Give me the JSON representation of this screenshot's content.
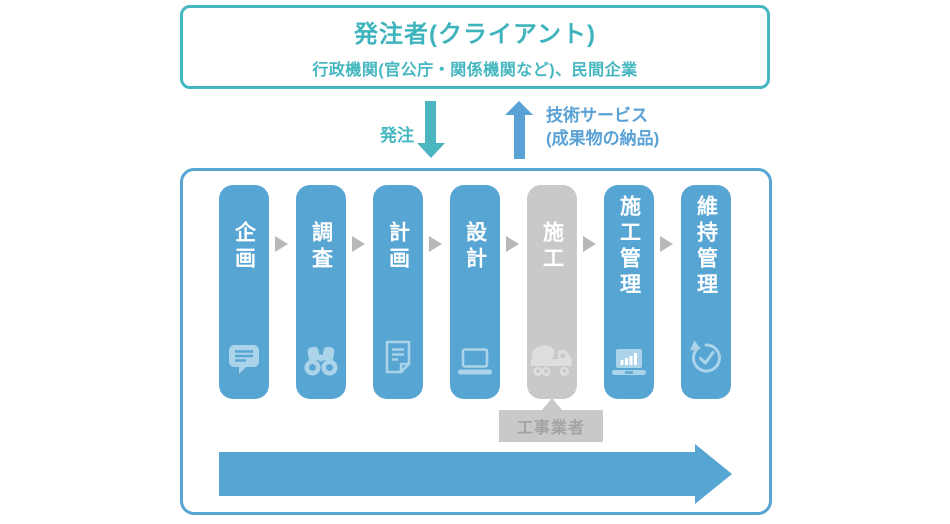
{
  "colors": {
    "teal": "#45b7c0",
    "blue": "#57a5d3",
    "arrow_up_blue": "#5aa1d6",
    "icon_light_blue": "#abd3ea",
    "gray_fill": "#c9c9c9",
    "gray_icon": "#dedede",
    "gray_text": "#a3a3a3",
    "connector_gray": "#b8b8b8",
    "pill_text": "#ffffff"
  },
  "client_box": {
    "title": "発注者(クライアント)",
    "subtitle": "行政機関(官公庁・関係機関など)、民間企業"
  },
  "flows": {
    "order_label": "発注",
    "service_line1": "技術サービス",
    "service_line2": "(成果物の納品)"
  },
  "process": {
    "stages": [
      {
        "label": "企画",
        "icon": "speech-bubble-icon",
        "state": "blue"
      },
      {
        "label": "調査",
        "icon": "binoculars-icon",
        "state": "blue"
      },
      {
        "label": "計画",
        "icon": "document-icon",
        "state": "blue"
      },
      {
        "label": "設計",
        "icon": "laptop-icon",
        "state": "blue"
      },
      {
        "label": "施工",
        "icon": "mixer-truck-icon",
        "state": "gray"
      },
      {
        "label": "施工管理",
        "icon": "laptop-chart-icon",
        "state": "blue"
      },
      {
        "label": "維持管理",
        "icon": "clock-history-icon",
        "state": "blue"
      }
    ],
    "contractor_label": "工事業者"
  }
}
